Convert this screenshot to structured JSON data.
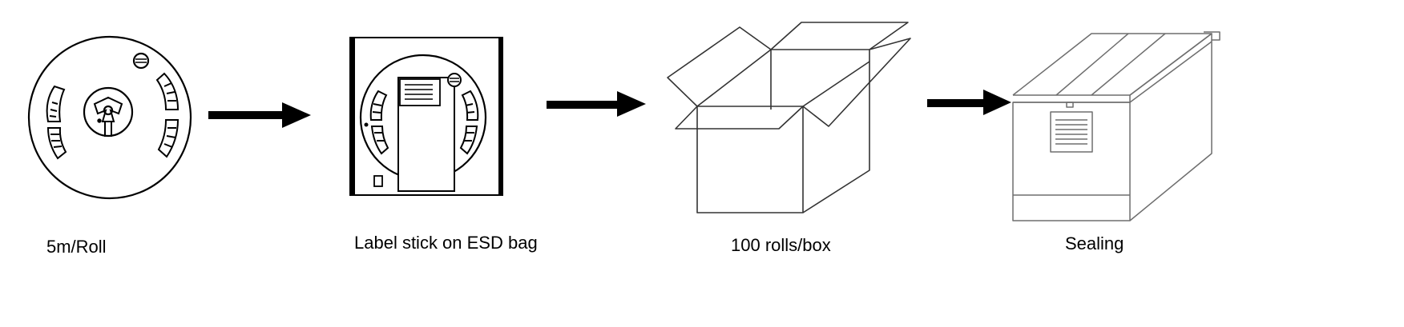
{
  "steps": [
    {
      "label": "5m/Roll",
      "icon": "reel-icon"
    },
    {
      "label": "Label stick on ESD bag",
      "icon": "esd-bag-icon"
    },
    {
      "label": "100 rolls/box",
      "icon": "open-box-icon"
    },
    {
      "label": "Sealing",
      "icon": "sealed-box-icon"
    }
  ],
  "colors": {
    "line": "#000000",
    "light_line": "#6e6e6e",
    "background": "#ffffff"
  }
}
